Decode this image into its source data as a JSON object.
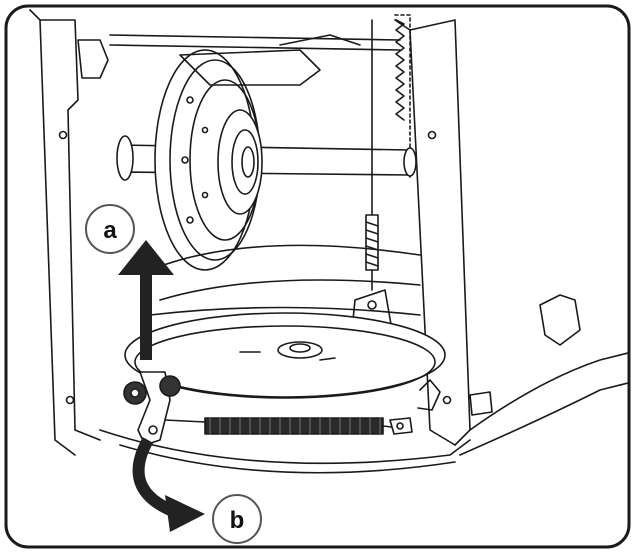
{
  "callouts": [
    {
      "id": "a",
      "label": "a"
    },
    {
      "id": "b",
      "label": "b"
    }
  ],
  "colors": {
    "line": "#1a1a1a",
    "fill_dark": "#222222",
    "fill_light": "#ffffff",
    "callout_fill": "#ffffff",
    "callout_stroke": "#555555"
  }
}
